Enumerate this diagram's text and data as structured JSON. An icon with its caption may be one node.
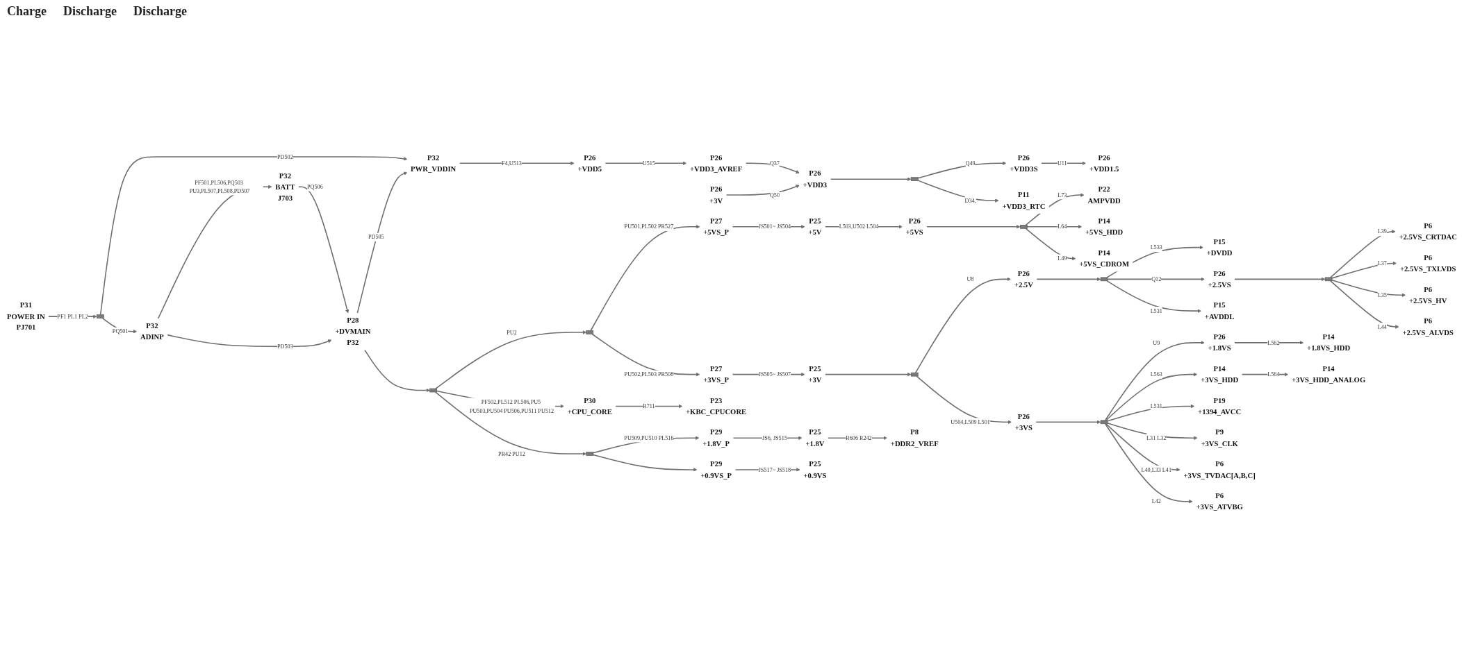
{
  "diagram": {
    "nodes": [
      {
        "text": [
          "P31",
          "POWER IN",
          "PJ701"
        ]
      },
      {
        "text": [],
        "shape": "bar"
      },
      {
        "text": [
          "P32",
          "ADINP"
        ]
      },
      {
        "text": [
          "P32",
          "BATT",
          "J703"
        ]
      },
      {
        "text": [
          "P28",
          "+DVMAIN",
          "P32"
        ]
      },
      {
        "text": [
          "P32",
          "PWR_VDDIN"
        ]
      },
      {
        "text": [
          "P26",
          "+VDD5"
        ]
      },
      {
        "text": [
          "P26",
          "+VDD3_AVREF"
        ]
      },
      {
        "text": [
          "P26",
          "+VDD3"
        ]
      },
      {
        "text": [
          "P26",
          "+3V"
        ]
      },
      {
        "text": [],
        "shape": "bar"
      },
      {
        "text": [
          "P26",
          "+VDD3S"
        ]
      },
      {
        "text": [
          "P26",
          "+VDD1.5"
        ]
      },
      {
        "text": [
          "P11",
          "+VDD3_RTC"
        ]
      },
      {
        "text": [],
        "shape": "bar"
      },
      {
        "text": [],
        "shape": "bar"
      },
      {
        "text": [
          "P27",
          "+5VS_P"
        ]
      },
      {
        "text": [
          "P25",
          "+5V"
        ]
      },
      {
        "text": [
          "P26",
          "+5VS"
        ]
      },
      {
        "text": [],
        "shape": "bar"
      },
      {
        "text": [
          "P22",
          "AMPVDD"
        ]
      },
      {
        "text": [
          "P14",
          "+5VS_HDD"
        ]
      },
      {
        "text": [
          "P14",
          "+5VS_CDROM"
        ]
      },
      {
        "text": [
          "P27",
          "+3VS_P"
        ]
      },
      {
        "text": [
          "P25",
          "+3V"
        ]
      },
      {
        "text": [],
        "shape": "bar"
      },
      {
        "text": [
          "P26",
          "+2.5V"
        ]
      },
      {
        "text": [],
        "shape": "bar"
      },
      {
        "text": [
          "P15",
          "+DVDD"
        ]
      },
      {
        "text": [
          "P26",
          "+2.5VS"
        ]
      },
      {
        "text": [
          "P15",
          "+AVDDL"
        ]
      },
      {
        "text": [],
        "shape": "bar"
      },
      {
        "text": [
          "P6",
          "+2.5VS_CRTDAC"
        ]
      },
      {
        "text": [
          "P6",
          "+2.5VS_TXLVDS"
        ]
      },
      {
        "text": [
          "P6",
          "+2.5VS_HV"
        ]
      },
      {
        "text": [
          "P6",
          "+2.5VS_ALVDS"
        ]
      },
      {
        "text": [
          "P26",
          "+3VS"
        ]
      },
      {
        "text": [],
        "shape": "bar"
      },
      {
        "text": [
          "P26",
          "+1.8VS"
        ]
      },
      {
        "text": [
          "P14",
          "+1.8VS_HDD"
        ]
      },
      {
        "text": [
          "P14",
          "+3VS_HDD"
        ]
      },
      {
        "text": [
          "P14",
          "+3VS_HDD_ANALOG"
        ]
      },
      {
        "text": [
          "P19",
          "+1394_AVCC"
        ]
      },
      {
        "text": [
          "P9",
          "+3VS_CLK"
        ]
      },
      {
        "text": [
          "P6",
          "+3VS_TVDAC[A,B,C]"
        ]
      },
      {
        "text": [
          "P6",
          "+3VS_ATVBG"
        ]
      },
      {
        "text": [
          "P30",
          "+CPU_CORE"
        ]
      },
      {
        "text": [
          "P23",
          "+KBC_CPUCORE"
        ]
      },
      {
        "text": [],
        "shape": "bar"
      },
      {
        "text": [
          "P29",
          "+1.8V_P"
        ]
      },
      {
        "text": [
          "P25",
          "+1.8V"
        ]
      },
      {
        "text": [
          "P8",
          "+DDR2_VREF"
        ]
      },
      {
        "text": [
          "P29",
          "+0.9VS_P"
        ]
      },
      {
        "text": [
          "P25",
          "+0.9VS"
        ]
      }
    ],
    "edges": [
      {
        "from": 0,
        "to": 1,
        "arrow": "to",
        "label": "PF1 PL1 PL2"
      },
      {
        "from": 1,
        "to": 2,
        "arrow": "to",
        "label": "PQ501"
      },
      {
        "from": 1,
        "to": 5,
        "arrow": "to",
        "label": "PD502"
      },
      {
        "from": 2,
        "to": 3,
        "arrow": "to",
        "label": "PF501,PL506,PQ503 PU3,PL507,PL508,PD507"
      },
      {
        "from": 3,
        "to": 4,
        "arrow": "to",
        "label": "PQ506"
      },
      {
        "from": 2,
        "to": 4,
        "arrow": "to",
        "label": "PD503"
      },
      {
        "from": 4,
        "to": 5,
        "arrow": "to",
        "label": "PD505"
      },
      {
        "from": 4,
        "to": 14,
        "arrow": "to"
      },
      {
        "from": 5,
        "to": 6,
        "arrow": "to",
        "label": "F4,U513"
      },
      {
        "from": 6,
        "to": 7,
        "arrow": "to",
        "label": "U515"
      },
      {
        "from": 7,
        "to": 8,
        "arrow": "to",
        "label": "Q37"
      },
      {
        "from": 9,
        "to": 8,
        "arrow": "to",
        "label": "Q50"
      },
      {
        "from": 8,
        "to": 10,
        "arrow": "to"
      },
      {
        "from": 10,
        "to": 11,
        "arrow": "to",
        "label": "Q49"
      },
      {
        "from": 11,
        "to": 12,
        "arrow": "to",
        "label": "U11"
      },
      {
        "from": 10,
        "to": 13,
        "arrow": "to",
        "label": "D34,"
      },
      {
        "from": 14,
        "to": 15,
        "arrow": "to",
        "label": "PU2"
      },
      {
        "from": 15,
        "to": 16,
        "arrow": "to",
        "label": "PU501,PL502 PR527"
      },
      {
        "from": 16,
        "to": 17,
        "arrow": "to",
        "label": "JS501~ JS504"
      },
      {
        "from": 17,
        "to": 18,
        "arrow": "to",
        "label": "L503,U502 L504"
      },
      {
        "from": 18,
        "to": 19,
        "arrow": "to"
      },
      {
        "from": 19,
        "to": 20,
        "arrow": "to",
        "label": "L73"
      },
      {
        "from": 19,
        "to": 21,
        "arrow": "to",
        "label": "L64"
      },
      {
        "from": 19,
        "to": 22,
        "arrow": "to",
        "label": "L49"
      },
      {
        "from": 15,
        "to": 23,
        "arrow": "to",
        "label": "PU502,PL503 PR508"
      },
      {
        "from": 23,
        "to": 24,
        "arrow": "to",
        "label": "JS505~ JS507"
      },
      {
        "from": 24,
        "to": 25,
        "arrow": "to"
      },
      {
        "from": 25,
        "to": 26,
        "arrow": "to",
        "label": "U8"
      },
      {
        "from": 26,
        "to": 27,
        "arrow": "to"
      },
      {
        "from": 27,
        "to": 28,
        "arrow": "to",
        "label": "L533"
      },
      {
        "from": 27,
        "to": 29,
        "arrow": "to",
        "label": "Q12"
      },
      {
        "from": 27,
        "to": 30,
        "arrow": "to",
        "label": "L531"
      },
      {
        "from": 29,
        "to": 31,
        "arrow": "to"
      },
      {
        "from": 31,
        "to": 32,
        "arrow": "to",
        "label": "L39"
      },
      {
        "from": 31,
        "to": 33,
        "arrow": "to",
        "label": "L37"
      },
      {
        "from": 31,
        "to": 34,
        "arrow": "to",
        "label": "L35"
      },
      {
        "from": 31,
        "to": 35,
        "arrow": "to",
        "label": "L44"
      },
      {
        "from": 25,
        "to": 36,
        "arrow": "to",
        "label": "U504,L509 L501"
      },
      {
        "from": 36,
        "to": 37,
        "arrow": "to"
      },
      {
        "from": 37,
        "to": 38,
        "arrow": "to",
        "label": "U9"
      },
      {
        "from": 38,
        "to": 39,
        "arrow": "to",
        "label": "L562"
      },
      {
        "from": 37,
        "to": 40,
        "arrow": "to",
        "label": "L563"
      },
      {
        "from": 40,
        "to": 41,
        "arrow": "to",
        "label": "L564"
      },
      {
        "from": 37,
        "to": 42,
        "arrow": "to",
        "label": "L531"
      },
      {
        "from": 37,
        "to": 43,
        "arrow": "to",
        "label": "L31 L32"
      },
      {
        "from": 37,
        "to": 44,
        "arrow": "to",
        "label": "L40,L33 L41"
      },
      {
        "from": 37,
        "to": 45,
        "arrow": "to",
        "label": "L42"
      },
      {
        "from": 14,
        "to": 46,
        "arrow": "to",
        "label": "PF502,PL512 PL506,PU5 PU503,PU504 PU506,PU511 PU512"
      },
      {
        "from": 46,
        "to": 47,
        "arrow": "to",
        "label": "R711"
      },
      {
        "from": 14,
        "to": 48,
        "arrow": "to",
        "label": "PR42 PU12"
      },
      {
        "from": 48,
        "to": 49,
        "arrow": "to",
        "label": "PU509,PU510 PL516"
      },
      {
        "from": 49,
        "to": 50,
        "arrow": "to",
        "label": "JS6, JS515"
      },
      {
        "from": 50,
        "to": 51,
        "arrow": "to",
        "label": "R606 R242"
      },
      {
        "from": 48,
        "to": 52,
        "arrow": "to"
      },
      {
        "from": 52,
        "to": 53,
        "arrow": "to",
        "label": "JS517~ JS518"
      }
    ],
    "labels": [
      "Charge",
      "Discharge",
      "Discharge"
    ]
  }
}
